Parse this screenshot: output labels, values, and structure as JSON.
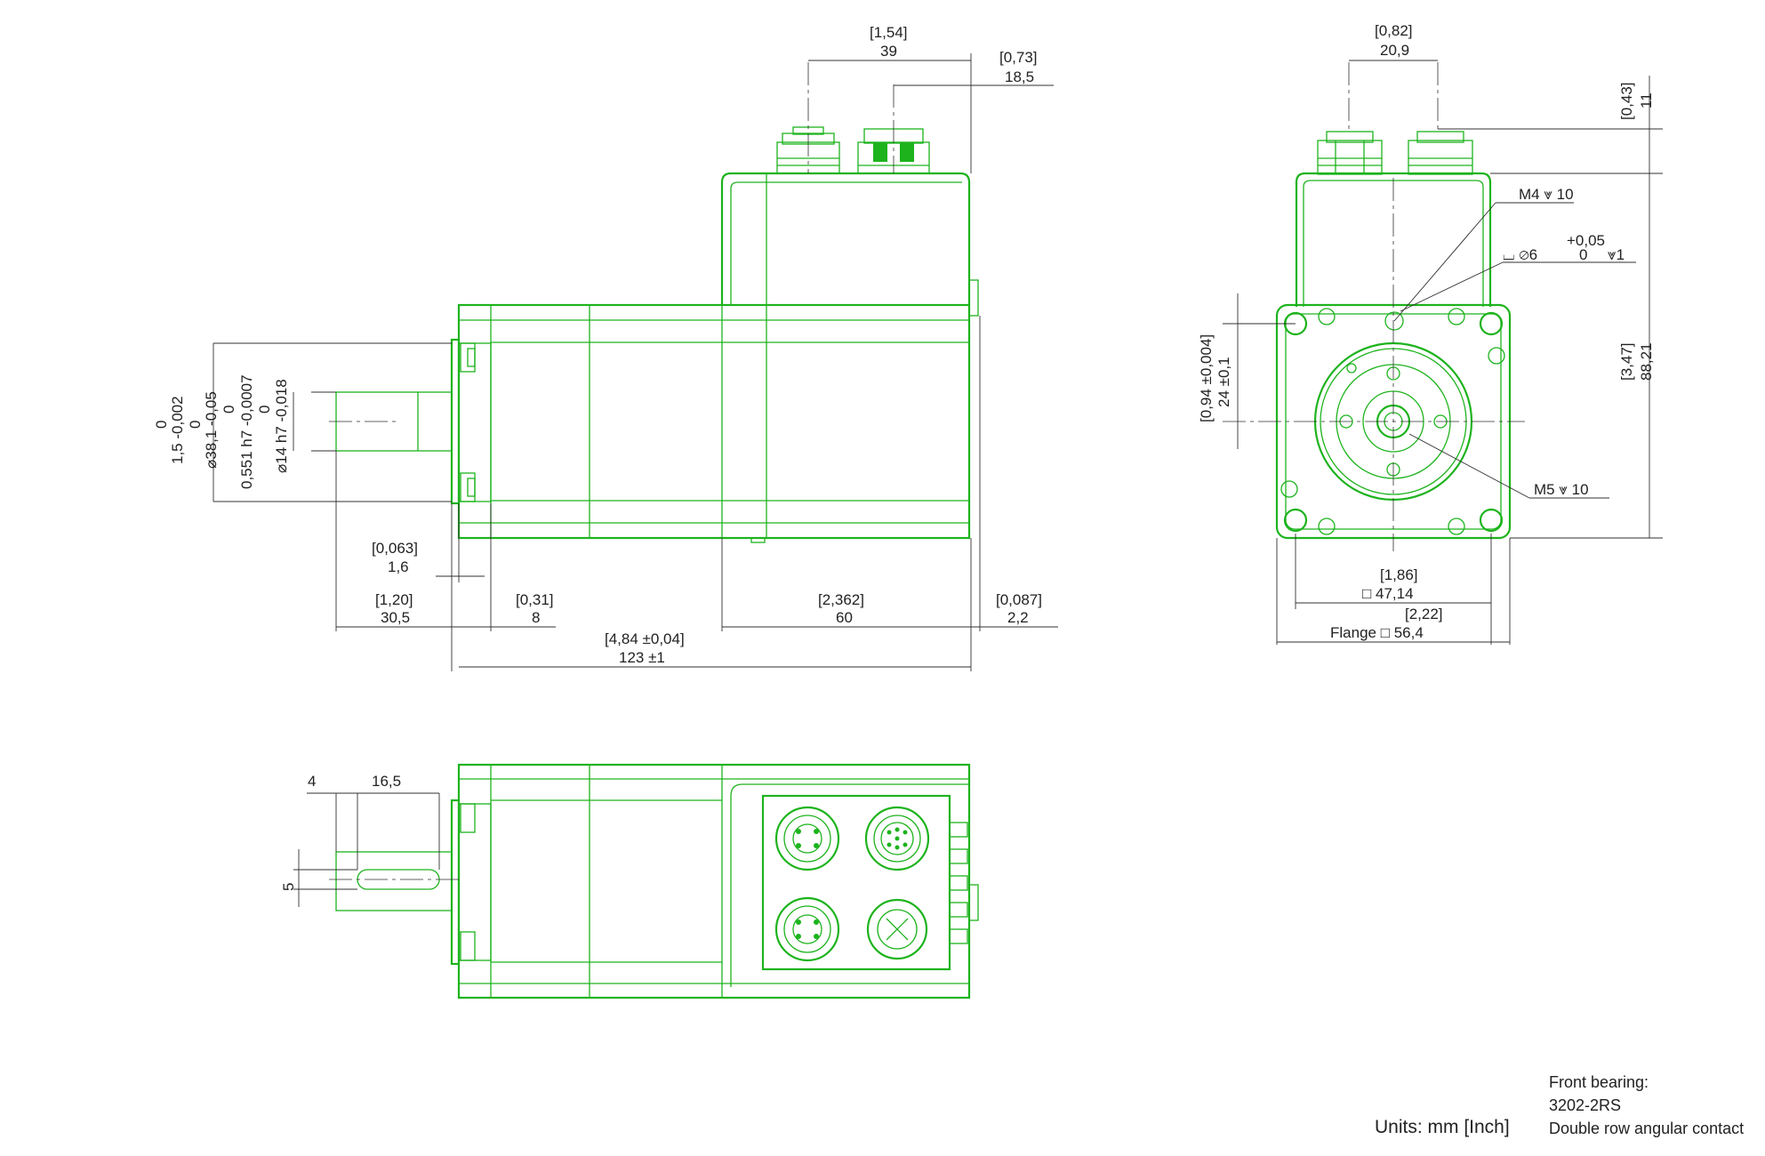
{
  "colors": {
    "outline": "#1db31d",
    "dimension": "#303030",
    "background": "#ffffff"
  },
  "side_view": {
    "top_1_54": "[1,54]",
    "top_39": "39",
    "top_0_73": "[0,73]",
    "top_18_5": "18,5",
    "v_0": "0",
    "v_1_5": "1,5 -0,002",
    "v_0b": "0",
    "v_38_1": "⌀38,1 -0,05",
    "v_0c": "0",
    "v_0_551": "0,551 h7 -0,0007",
    "v_0d": "0",
    "v_14": "⌀14 h7 -0,018",
    "b_0_063": "[0,063]",
    "b_1_6": "1,6",
    "b_1_20": "[1,20]",
    "b_30_5": "30,5",
    "b_0_31": "[0,31]",
    "b_8": "8",
    "b_2_362": "[2,362]",
    "b_60": "60",
    "b_0_087": "[0,087]",
    "b_2_2": "2,2",
    "b_4_84": "[4,84 ±0,04]",
    "b_123": "123 ±1"
  },
  "front_view": {
    "t_0_82": "[0,82]",
    "t_20_9": "20,9",
    "r_0_43": "[0,43]",
    "r_11": "11",
    "m4": "M4 ⩔ 10",
    "tol_plus": "+0,05",
    "bore_6": "⌴ ⌀6",
    "tol_zero": "0",
    "depth_1": "⩔1",
    "l_0_94": "[0,94 ±0,004]",
    "l_24": "24 ±0,1",
    "r_3_47": "[3,47]",
    "r_88_21": "88,21",
    "m5": "M5 ⩔ 10",
    "b_1_86": "[1,86]",
    "b_47_14": "□ 47,14",
    "b_2_22": "[2,22]",
    "b_flange": "Flange □ 56,4"
  },
  "bottom_view": {
    "d_4": "4",
    "d_16_5": "16,5",
    "d_5": "5"
  },
  "notes": {
    "bearing_title": "Front bearing:",
    "bearing_model": "3202-2RS",
    "bearing_type": "Double row angular contact",
    "units": "Units: mm [Inch]"
  }
}
